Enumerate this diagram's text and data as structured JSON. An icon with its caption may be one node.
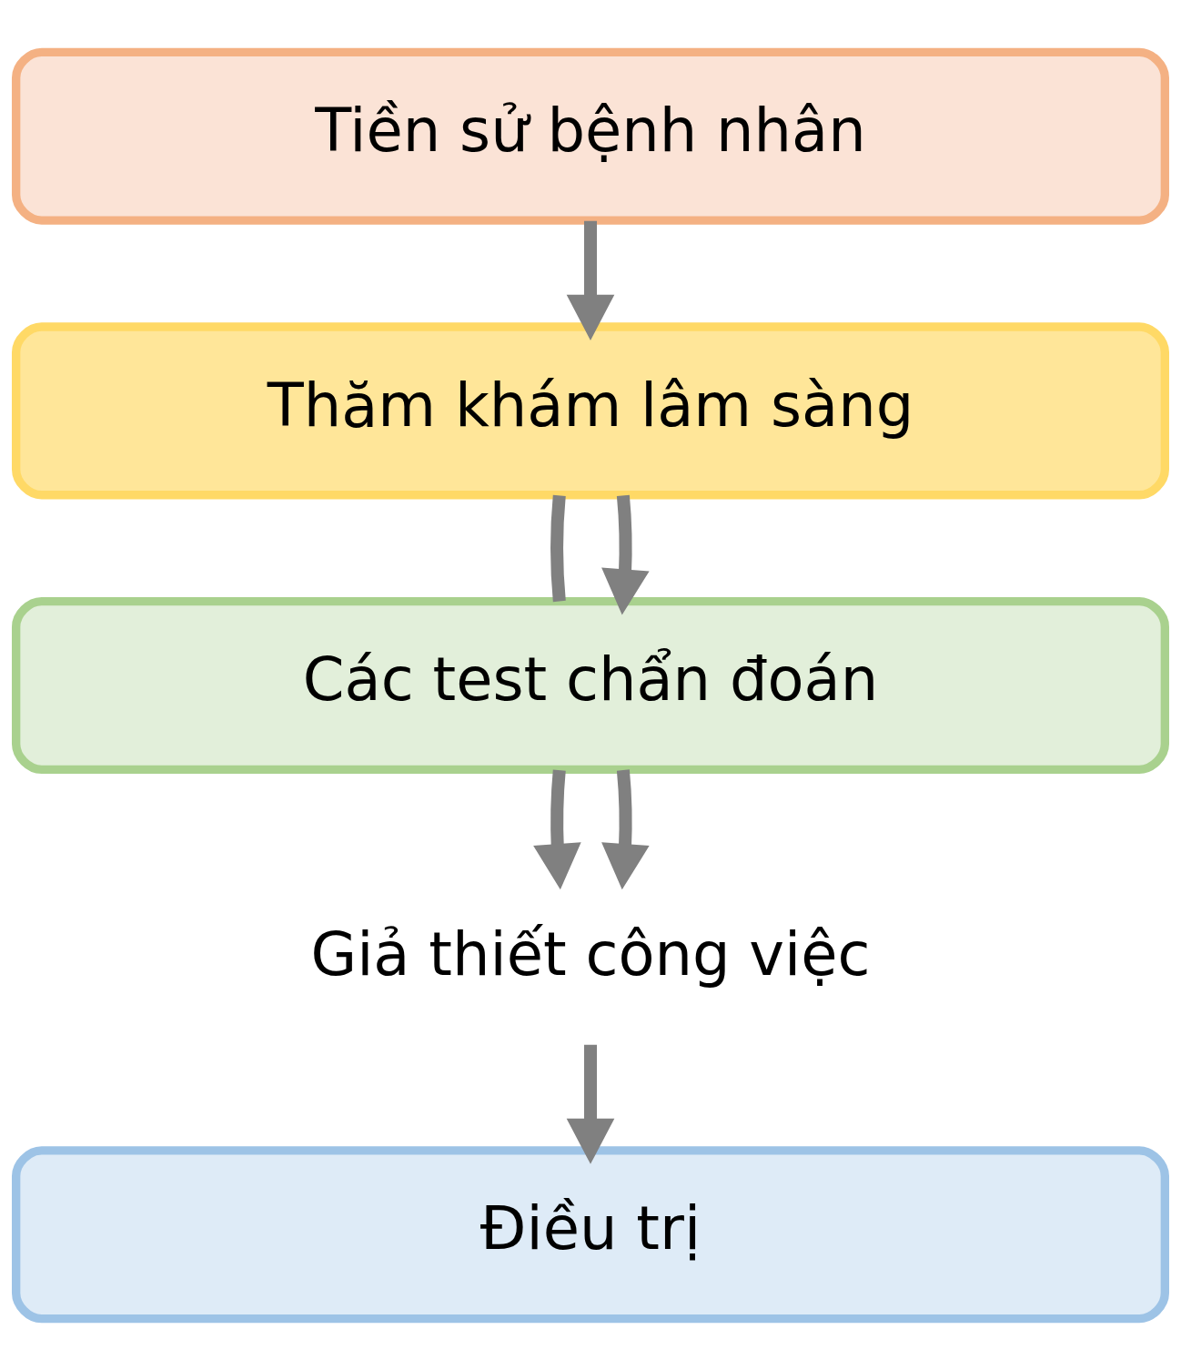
{
  "diagram": {
    "nodes": [
      {
        "text": [
          "Tiền sử bệnh nhân"
        ]
      },
      {
        "text": [
          "Thăm khám lâm sàng"
        ]
      },
      {
        "text": [
          "Các test chẩn đoán"
        ]
      },
      {
        "text": [
          "Giả thiết công việc"
        ]
      },
      {
        "text": [
          "Điều trị"
        ]
      }
    ],
    "edges": [
      {
        "from": 0,
        "to": 1,
        "arrow": "to"
      },
      {
        "from": 1,
        "to": 2,
        "arrow": "none"
      },
      {
        "from": 1,
        "to": 2,
        "arrow": "to"
      },
      {
        "from": 2,
        "to": 3,
        "arrow": "to"
      },
      {
        "from": 2,
        "to": 3,
        "arrow": "to"
      },
      {
        "from": 3,
        "to": 4,
        "arrow": "to"
      }
    ]
  }
}
